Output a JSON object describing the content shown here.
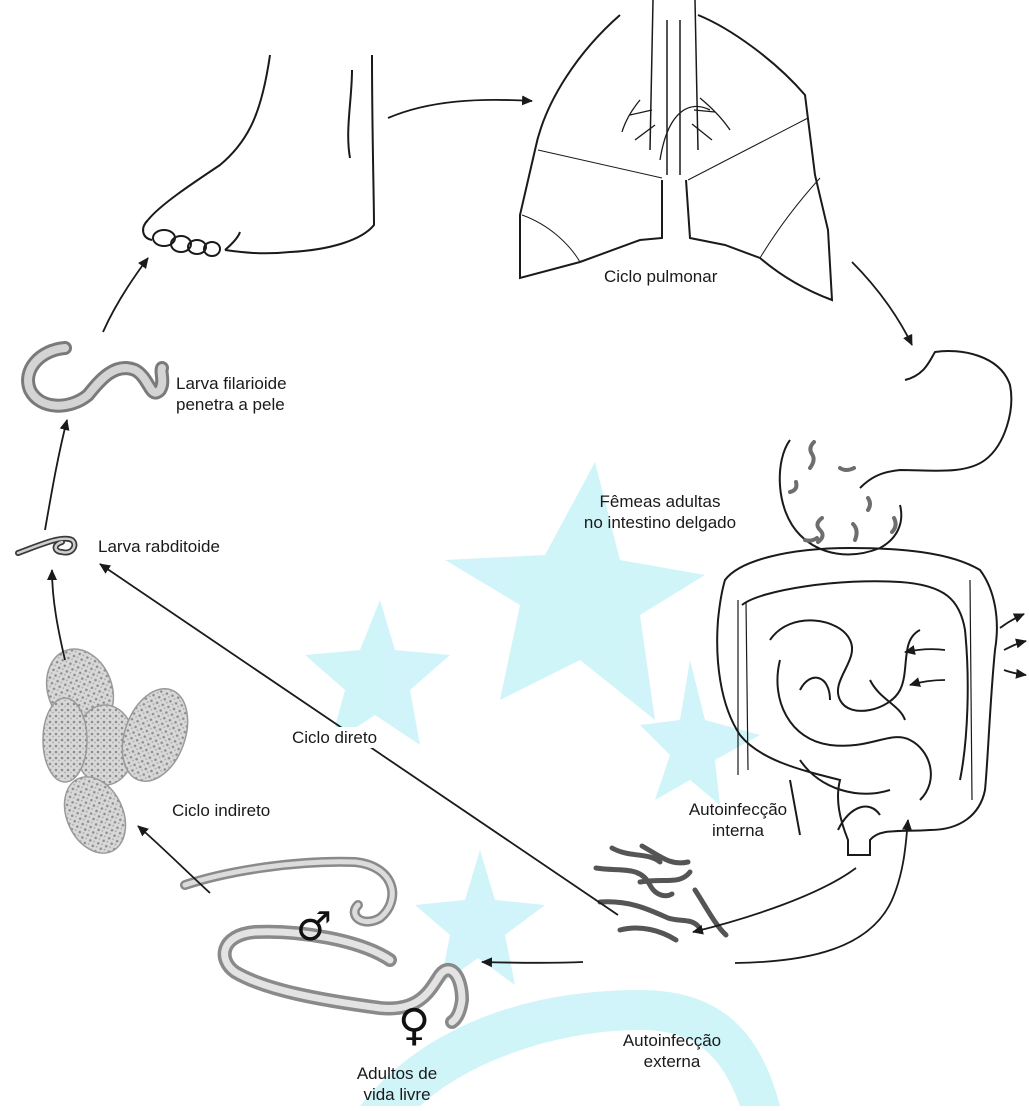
{
  "diagram": {
    "labels": {
      "pulmonary_cycle": "Ciclo pulmonar",
      "adult_females_line1": "Fêmeas adultas",
      "adult_females_line2": "no intestino delgado",
      "filariform_line1": "Larva filarioide",
      "filariform_line2": "penetra a pele",
      "rhabditiform": "Larva rabditoide",
      "direct_cycle": "Ciclo direto",
      "indirect_cycle": "Ciclo indireto",
      "internal_autoinf_line1": "Autoinfecção",
      "internal_autoinf_line2": "interna",
      "external_autoinf_line1": "Autoinfecção",
      "external_autoinf_line2": "externa",
      "free_living_line1": "Adultos de",
      "free_living_line2": "vida livre"
    },
    "symbols": {
      "male": "♂",
      "female": "♀"
    },
    "colors": {
      "watermark": "#c8f3f8",
      "ink": "#1a1a1a",
      "worm": "#9a9a9a",
      "egg": "#c4c4c4"
    }
  }
}
